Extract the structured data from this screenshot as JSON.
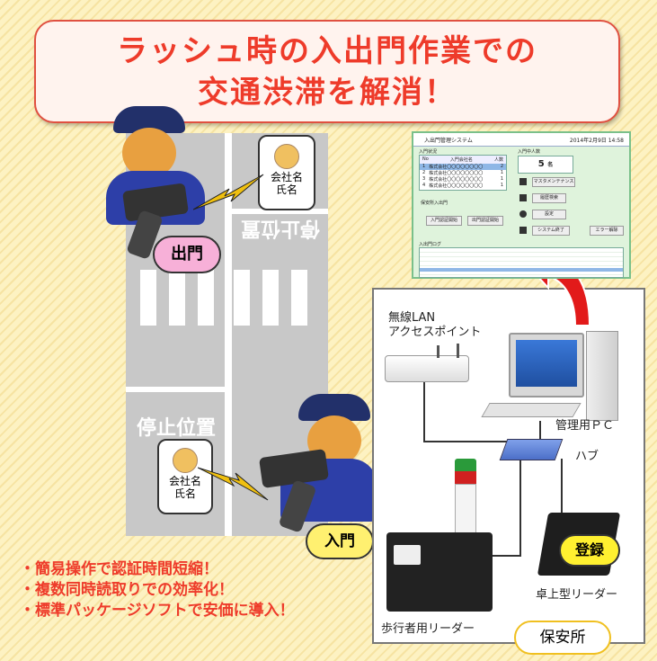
{
  "banner": {
    "line1": "ラッシュ時の入出門作業での",
    "line2": "交通渋滞を解消！"
  },
  "road": {
    "stop_top": "停止位置",
    "stop_bottom": "停止位置"
  },
  "exit_label": "出門",
  "entry_label": "入門",
  "id_card": {
    "line1": "会社名",
    "line2": "氏名"
  },
  "screen": {
    "title": "入出門管理システム",
    "datetime": "2014年2月9日 14:58",
    "status_heading": "入門状況",
    "count_heading": "入門中人数",
    "count_value": "5",
    "count_unit": "名",
    "status_cols": [
      "No",
      "入門会社名",
      "人数"
    ],
    "status_rows": [
      [
        "1",
        "株式会社〇〇〇〇〇〇〇〇",
        "2"
      ],
      [
        "2",
        "株式会社〇〇〇〇〇〇〇〇",
        "1"
      ],
      [
        "3",
        "株式会社〇〇〇〇〇〇〇〇",
        "1"
      ],
      [
        "4",
        "株式会社〇〇〇〇〇〇〇〇",
        "1"
      ]
    ],
    "guard_heading": "保安所入出門",
    "btn_entry_auth": "入門認証開始",
    "btn_exit_auth": "出門認証開始",
    "btn_master": "マスタメンテナンス",
    "btn_history": "履歴検索",
    "btn_settings": "設定",
    "btn_exit_system": "システム終了",
    "btn_error": "エラー解除",
    "log_heading": "入出門ログ"
  },
  "devices": {
    "ap": "無線LAN\nアクセスポイント",
    "pc": "管理用ＰＣ",
    "hub": "ハブ",
    "desk_reader": "卓上型リーダー",
    "walk_reader": "歩行者用リーダー",
    "register": "登録",
    "security_office": "保安所"
  },
  "benefits": [
    "・簡易操作で認証時間短縮！",
    "・複数同時読取りでの効率化！",
    "・標準パッケージソフトで安価に導入！"
  ]
}
